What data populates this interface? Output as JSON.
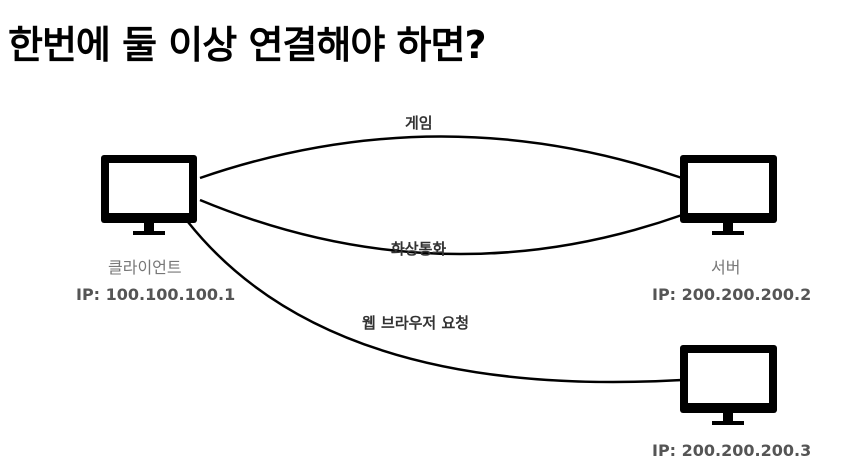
{
  "title": "한번에 둘 이상 연결해야 하면?",
  "nodes": {
    "client": {
      "name": "클라이언트",
      "ip": "IP: 100.100.100.1"
    },
    "server1": {
      "name": "서버",
      "ip": "IP: 200.200.200.2"
    },
    "server2": {
      "ip": "IP: 200.200.200.3"
    }
  },
  "edges": {
    "game": "게임",
    "video_call": "화상통화",
    "web_request": "웹 브라우저 요청"
  },
  "icons": {
    "client": "monitor-icon",
    "server1": "monitor-icon",
    "server2": "monitor-icon"
  },
  "colors": {
    "line": "#000000",
    "text": "#333333"
  }
}
